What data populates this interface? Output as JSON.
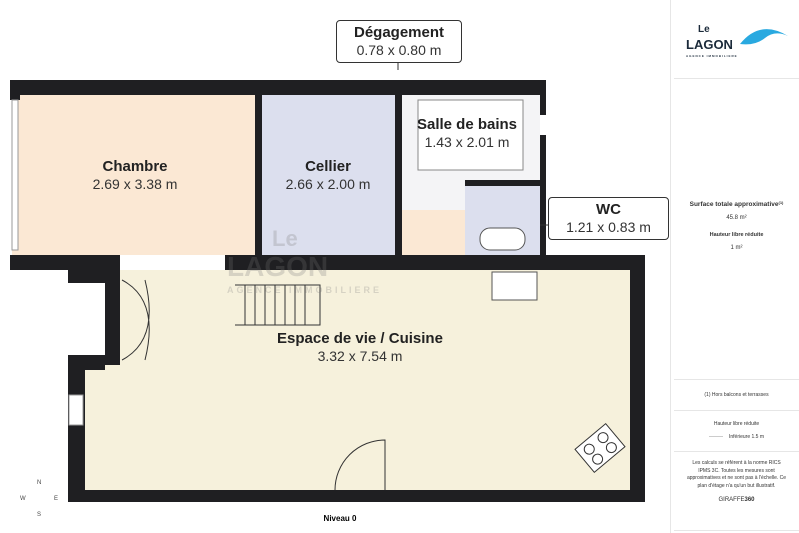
{
  "rooms": [
    {
      "name": "Chambre",
      "dims": "2.69 x 3.38 m"
    },
    {
      "name": "Cellier",
      "dims": "2.66 x 2.00 m"
    },
    {
      "name": "Salle de bains",
      "dims": "1.43 x 2.01 m"
    },
    {
      "name": "Dégagement",
      "dims": "0.78 x 0.80 m"
    },
    {
      "name": "WC",
      "dims": "1.21 x 0.83 m"
    },
    {
      "name": "Espace de vie / Cuisine",
      "dims": "3.32 x 7.54 m"
    }
  ],
  "level": "Niveau 0",
  "compass": {
    "n": "N",
    "s": "S",
    "e": "E",
    "w": "W"
  },
  "watermark": {
    "le": "Le",
    "lagon": "LAGON",
    "sub": "AGENCE IMMOBILIERE"
  },
  "sidebar": {
    "logo": {
      "le": "Le",
      "lagon": "LAGON",
      "sub": "AGENCE IMMOBILIERE"
    },
    "surface_label": "Surface totale approximative",
    "surface_note": "(1)",
    "surface_value": "45.8 m²",
    "height_label": "Hauteur libre réduite",
    "height_value": "1 m²",
    "footnote": "(1) Hors balcons et terrasses",
    "legend_title": "Hauteur libre réduite",
    "legend_item": "Inférieure 1.5 m",
    "disclaimer": "Les calculs se réfèrent à la norme RICS IPMS 3C. Toutes les mesures sont approximatives et ne sont pas à l'échelle. Ce plan d'étage n'a qu'un but illustratif.",
    "brand": "GIRAFFE",
    "brand_num": "360"
  },
  "colors": {
    "wall": "#1f1f22",
    "bedroom": "#fbe8d4",
    "cellier": "#dcdfee",
    "living": "#f6f1dc",
    "bath": "#f4f4f6",
    "accent": "#29a9e0"
  }
}
